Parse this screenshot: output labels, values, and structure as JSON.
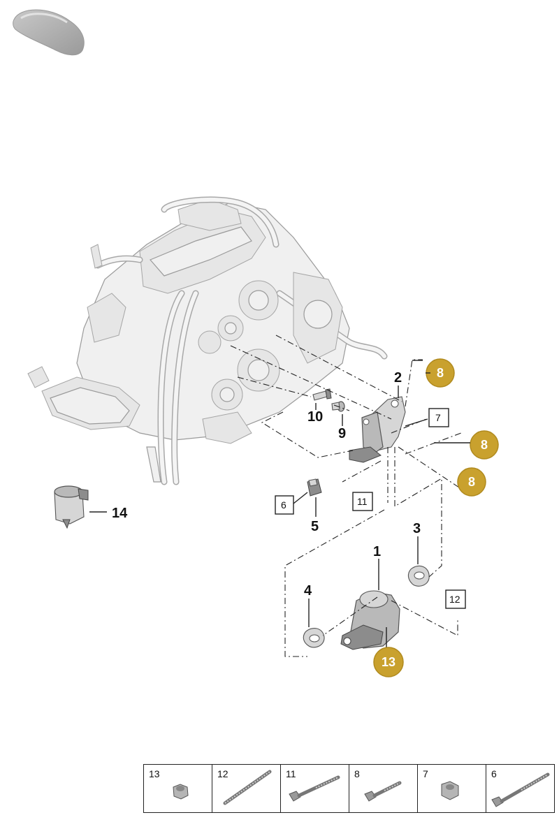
{
  "callouts": {
    "c1": "1",
    "c2": "2",
    "c3": "3",
    "c4": "4",
    "c5": "5",
    "c9": "9",
    "c10": "10",
    "c14": "14"
  },
  "boxed_refs": {
    "b6": "6",
    "b7": "7",
    "b11": "11",
    "b12": "12"
  },
  "gold_badges": {
    "g8a": "8",
    "g8b": "8",
    "g8c": "8",
    "g13": "13"
  },
  "legend": {
    "cells": [
      {
        "label": "13",
        "icon": "nut-icon"
      },
      {
        "label": "12",
        "icon": "stud-icon"
      },
      {
        "label": "11",
        "icon": "bolt-icon"
      },
      {
        "label": "8",
        "icon": "bolt-icon"
      },
      {
        "label": "7",
        "icon": "nut-icon"
      },
      {
        "label": "6",
        "icon": "bolt-icon"
      }
    ]
  },
  "colors": {
    "badge": "#c9a12e",
    "line": "#222222",
    "engine": "#e6e6e6"
  }
}
